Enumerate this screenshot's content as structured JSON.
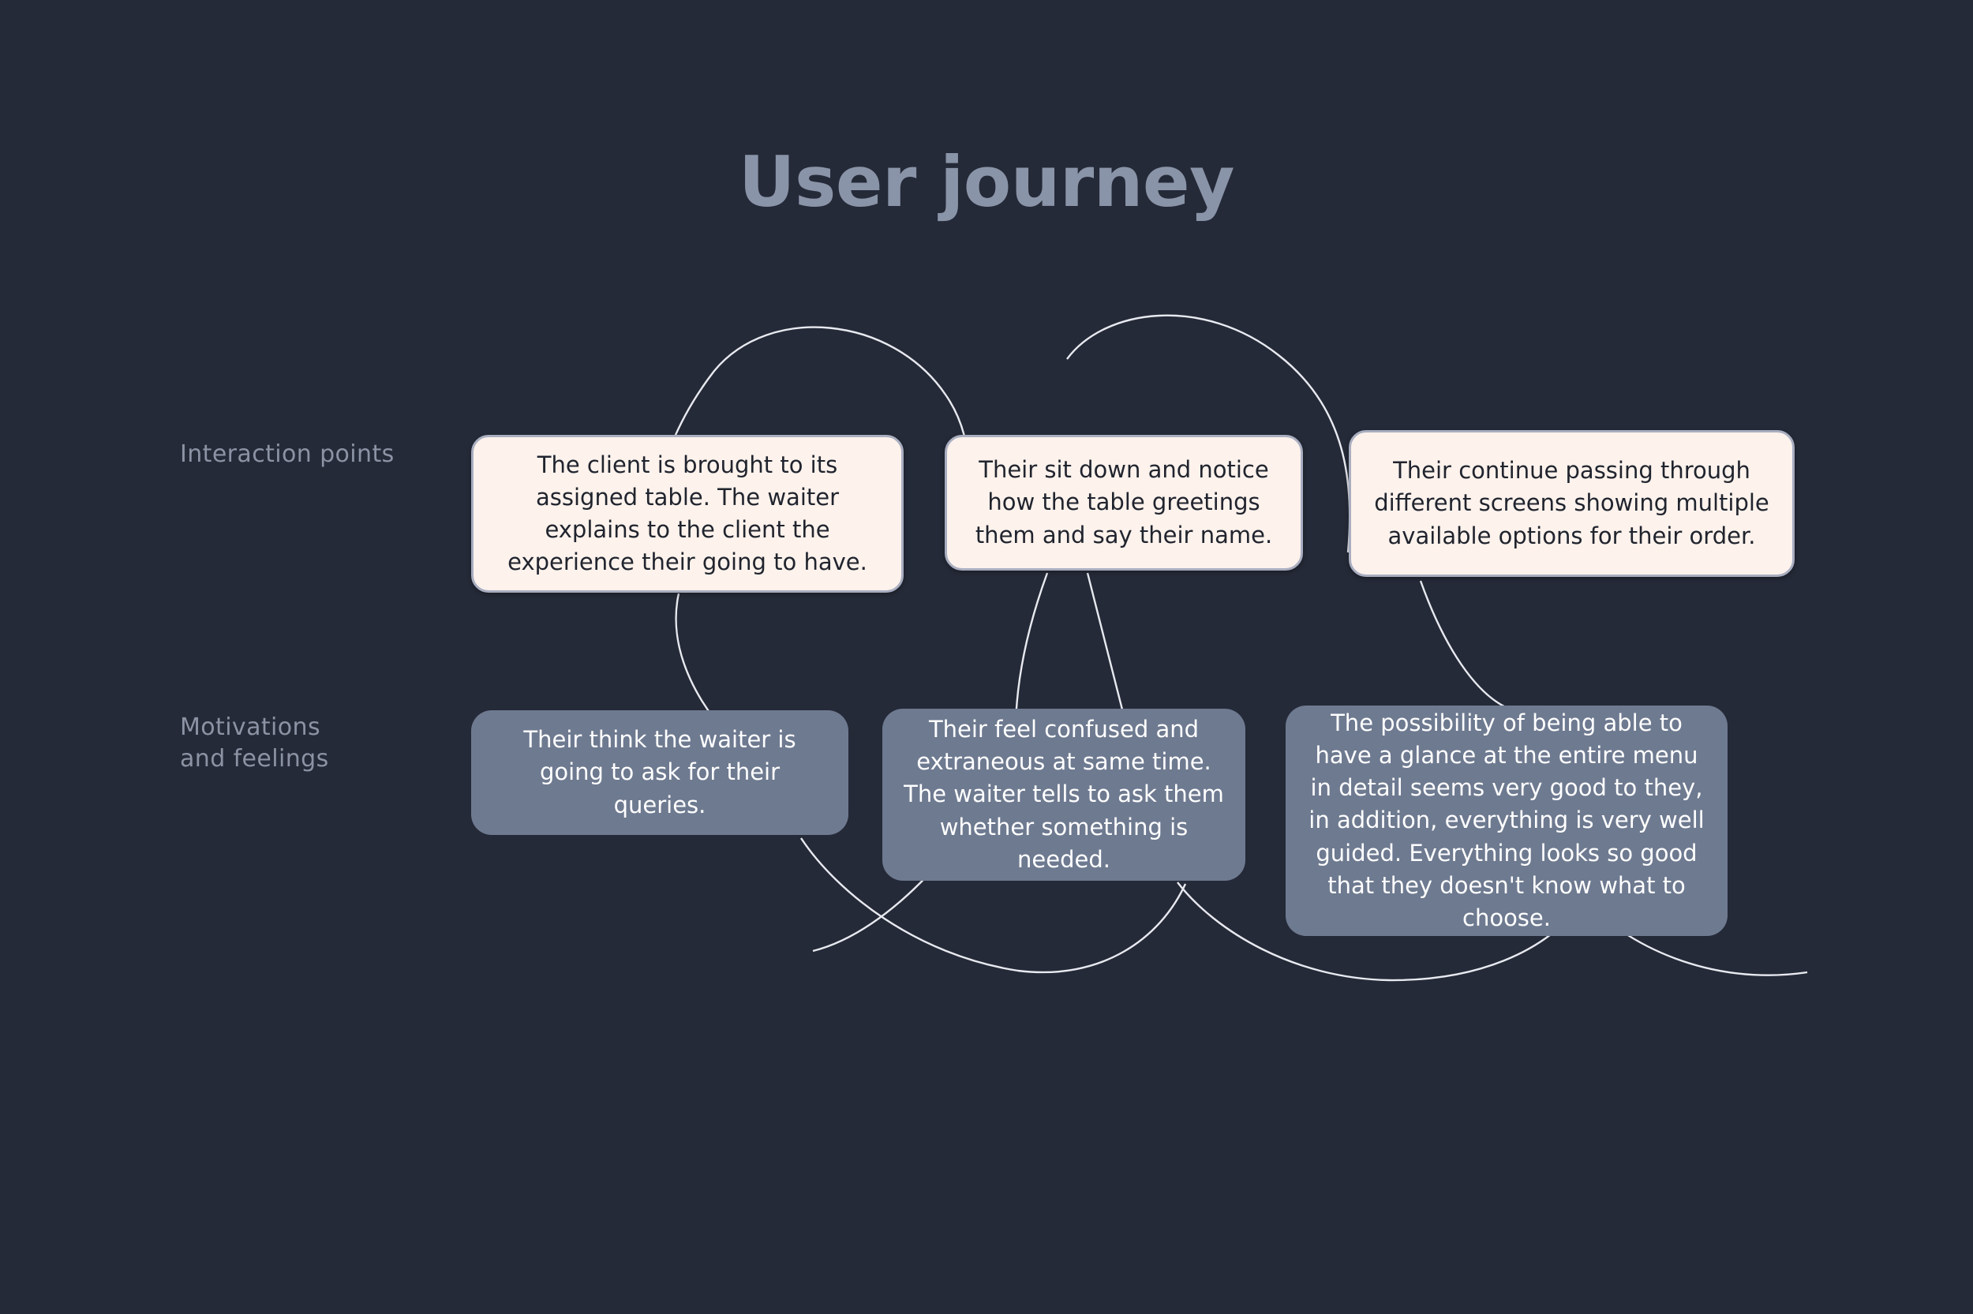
{
  "page": {
    "title": "User journey",
    "background_color": "#252a38",
    "title_color": "#8a94a8",
    "light_card_color": "#fdf2ec",
    "light_card_border_color": "#a9aec0",
    "slate_card_color": "#6e7a90",
    "slate_card_text_color": "#ffffff",
    "connector_color": "#e8eaf0",
    "row_label_color": "#8b93a4"
  },
  "rows": [
    {
      "id": "interaction-points",
      "label": "Interaction points"
    },
    {
      "id": "motivations-and-feelings",
      "label": "Motivations\nand feelings"
    }
  ],
  "cards": [
    {
      "id": "interaction-1",
      "row": "interaction-points",
      "style": "light",
      "text": "The client is brought to its assigned table. The waiter explains to the client the experience their going to have."
    },
    {
      "id": "interaction-2",
      "row": "interaction-points",
      "style": "light",
      "text": "Their sit down and notice how the table greetings them and say their name."
    },
    {
      "id": "interaction-3",
      "row": "interaction-points",
      "style": "light",
      "text": "Their continue passing through different screens showing multiple available options for their order."
    },
    {
      "id": "motivation-1",
      "row": "motivations-and-feelings",
      "style": "slate",
      "text": "Their think the waiter is going to ask for their queries."
    },
    {
      "id": "motivation-2",
      "row": "motivations-and-feelings",
      "style": "slate",
      "text": "Their feel confused and extraneous at same time. The waiter tells to ask them whether something is needed."
    },
    {
      "id": "motivation-3",
      "row": "motivations-and-feelings",
      "style": "slate",
      "text": "The possibility of being able to have a glance at the entire menu in detail seems very good to they, in addition, everything is very well guided. Everything looks so good that they doesn't know what to choose."
    }
  ]
}
